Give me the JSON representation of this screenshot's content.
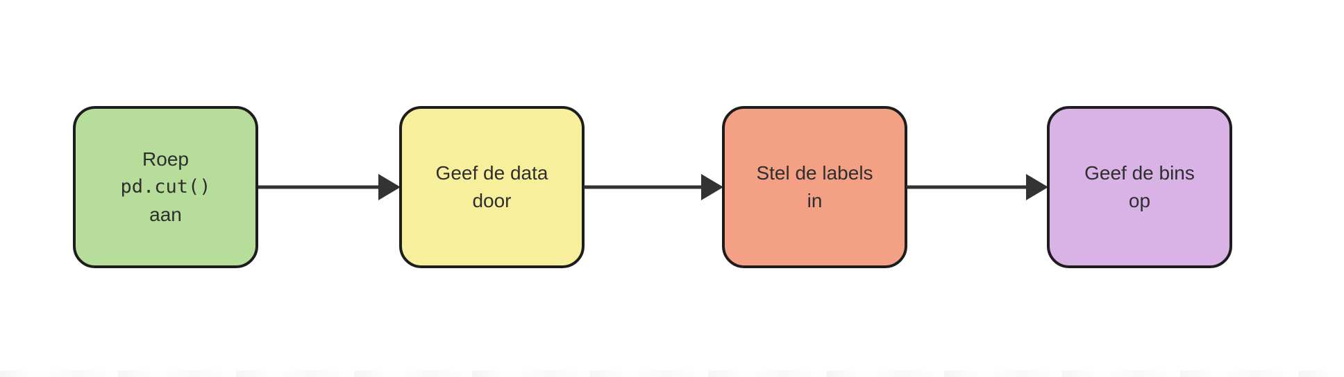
{
  "diagram": {
    "type": "flowchart",
    "direction": "left-to-right",
    "colors": {
      "background": "#ffffff",
      "node_border": "#1d1d1d",
      "text": "#2e2e2e",
      "arrow": "#333333"
    },
    "nodes": [
      {
        "id": "roep-pd-cut-aan",
        "fill": "#b7dd9a",
        "lines": [
          {
            "text": "Roep",
            "font": "sans"
          },
          {
            "text": "pd.cut()",
            "font": "mono"
          },
          {
            "text": "aan",
            "font": "sans"
          }
        ]
      },
      {
        "id": "geef-de-data-door",
        "fill": "#f8ef9d",
        "lines": [
          {
            "text": "Geef de data",
            "font": "sans"
          },
          {
            "text": "door",
            "font": "sans"
          }
        ]
      },
      {
        "id": "stel-de-labels-in",
        "fill": "#f3a085",
        "lines": [
          {
            "text": "Stel de labels",
            "font": "sans"
          },
          {
            "text": "in",
            "font": "sans"
          }
        ]
      },
      {
        "id": "geef-de-bins-op",
        "fill": "#d9b3e6",
        "lines": [
          {
            "text": "Geef de bins",
            "font": "sans"
          },
          {
            "text": "op",
            "font": "sans"
          }
        ]
      }
    ],
    "edges": [
      {
        "from": "roep-pd-cut-aan",
        "to": "geef-de-data-door"
      },
      {
        "from": "geef-de-data-door",
        "to": "stel-de-labels-in"
      },
      {
        "from": "stel-de-labels-in",
        "to": "geef-de-bins-op"
      }
    ]
  }
}
